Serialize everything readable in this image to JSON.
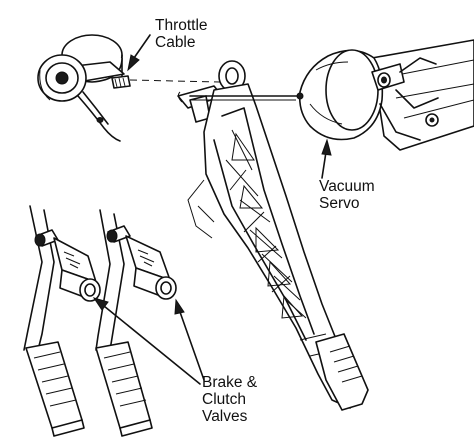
{
  "labels": {
    "throttle_cable": [
      "Throttle",
      "Cable"
    ],
    "vacuum_servo": [
      "Vacuum",
      "Servo"
    ],
    "brake_clutch_valves": [
      "Brake &",
      "Clutch",
      "Valves"
    ]
  },
  "icons": {
    "arrowhead": "filled-triangle",
    "dashed_link": "dashed-line"
  }
}
